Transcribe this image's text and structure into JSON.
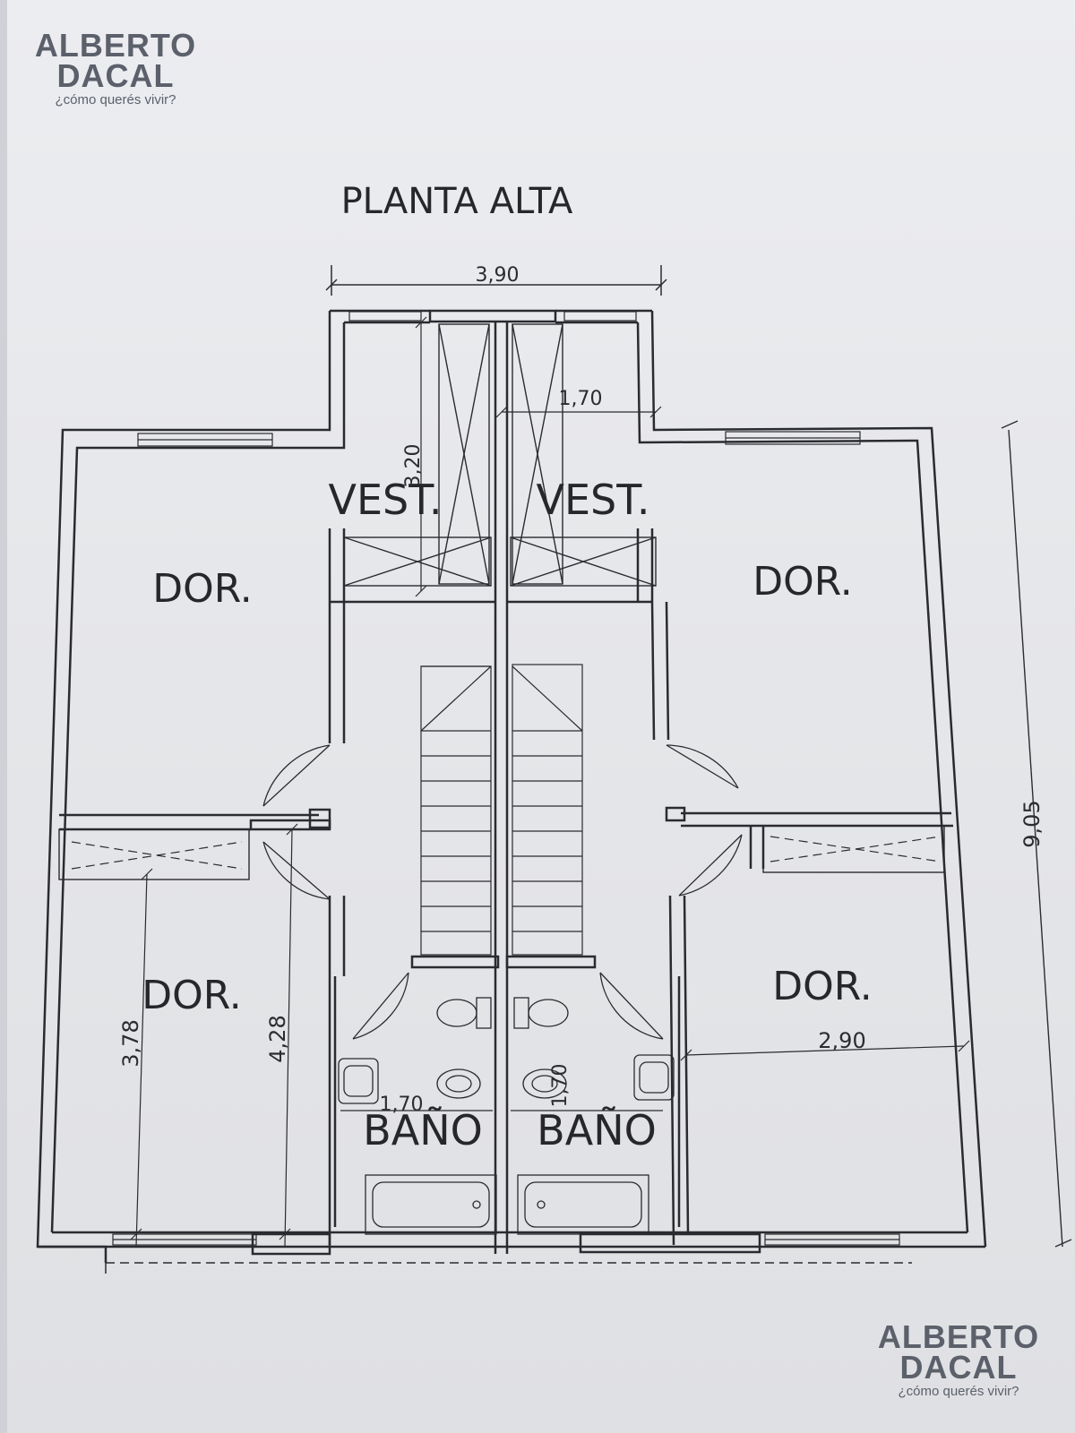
{
  "logo": {
    "line1": "ALBERTO",
    "line2": "DACAL",
    "tagline": "¿cómo querés vivir?"
  },
  "plan": {
    "title": "PLANTA ALTA",
    "rooms": {
      "vest_left": "VEST.",
      "vest_right": "VEST.",
      "dor_top_left": "DOR.",
      "dor_top_right": "DOR.",
      "dor_bottom_left": "DOR.",
      "dor_bottom_right": "DOR.",
      "bano_left": "BAÑO",
      "bano_right": "BAÑO"
    },
    "dimensions": {
      "width_top": "3,90",
      "closet_height": "3,20",
      "closet_width": "1,70",
      "total_height": "9,05",
      "dor_left_inner": "3,78",
      "dor_left_outer": "4,28",
      "dor_right_width": "2,90",
      "bano_left_width": "1,70",
      "bano_right_width": "1,70"
    }
  },
  "colors": {
    "ink": "#2a2b30",
    "paper": "#e7e8eb",
    "logo": "#5b606b"
  }
}
